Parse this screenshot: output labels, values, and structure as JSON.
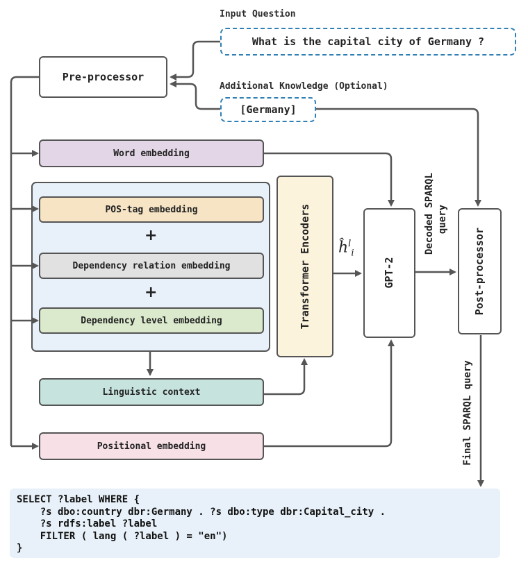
{
  "labels": {
    "input_question": "Input Question",
    "additional_knowledge": "Additional Knowledge (Optional)"
  },
  "question": "What is the capital city of Germany ?",
  "knowledge": "[Germany]",
  "boxes": {
    "preprocessor": "Pre-processor",
    "word_embedding": "Word embedding",
    "pos_embedding": "POS-tag embedding",
    "dep_relation_embedding": "Dependency relation embedding",
    "dep_level_embedding": "Dependency level embedding",
    "linguistic_context": "Linguistic context",
    "positional_embedding": "Positional embedding",
    "transformer_encoders": "Transformer Encoders",
    "gpt2": "GPT-2",
    "postprocessor": "Post-processor"
  },
  "plus": "+",
  "hidden_state": {
    "base": "ĥ",
    "sup": "l",
    "sub": "i"
  },
  "edge_labels": {
    "decoded_line1": "Decoded SPARQL",
    "decoded_line2": "query",
    "final_query": "Final SPARQL query"
  },
  "sparql_lines": [
    "SELECT ?label WHERE {",
    "    ?s dbo:country dbr:Germany . ?s dbo:type dbr:Capital_city .",
    "    ?s rdfs:label ?label",
    "    FILTER ( lang ( ?label ) = \"en\")",
    "}"
  ],
  "colors": {
    "word_embedding": "#e3d6e6",
    "pos_embedding": "#f6e4c5",
    "dep_relation_embedding": "#e1e1e1",
    "dep_level_embedding": "#dbeacd",
    "linguistic_context": "#c6e3de",
    "positional_embedding": "#f7e1e7",
    "transformer_encoders": "#fcf3dd",
    "group_background": "#e8f1f9",
    "dashed_border": "#2f7fb5",
    "arrows": "#555555"
  }
}
